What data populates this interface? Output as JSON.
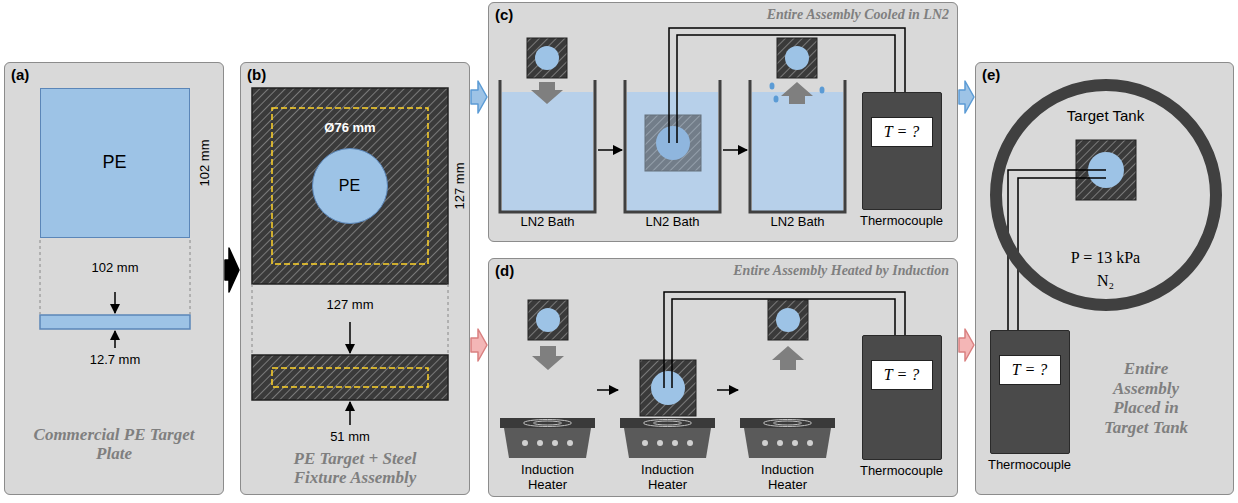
{
  "diagram": {
    "nodes": [
      {
        "text": [
          "(a)",
          "Commercial PE Target Plate"
        ]
      },
      {
        "text": [
          "PE"
        ],
        "in": 0
      },
      {
        "text": [
          "(b)",
          "PE Target + Steel Fixture Assembly"
        ]
      },
      {
        "text": [
          "PE"
        ],
        "in": 2
      },
      {
        "text": [
          "(c)",
          "Entire Assembly Cooled in LN2"
        ]
      },
      {
        "text": [
          "T = ?",
          "Thermocouple"
        ],
        "in": 4
      },
      {
        "text": [
          "(d)",
          "Entire Assembly Heated by Induction"
        ]
      },
      {
        "text": [
          "T = ?",
          "Thermocouple"
        ],
        "in": 6
      },
      {
        "text": [
          "(e)",
          "Entire Assembly Placed in Target Tank"
        ]
      },
      {
        "text": [
          "Target Tank",
          "P = 13 kPa",
          "N₂"
        ],
        "in": 8
      },
      {
        "text": [
          "T = ?",
          "Thermocouple"
        ],
        "in": 8
      }
    ],
    "edges": [
      {
        "from": 0,
        "to": 2,
        "arrow": "to"
      },
      {
        "from": 2,
        "to": 4,
        "arrow": "to"
      },
      {
        "from": 2,
        "to": 6,
        "arrow": "to"
      },
      {
        "from": 4,
        "to": 8,
        "arrow": "to"
      },
      {
        "from": 6,
        "to": 8,
        "arrow": "to"
      }
    ],
    "labels": [
      "102 mm",
      "102 mm",
      "12.7 mm",
      "Ø76 mm",
      "127 mm",
      "127 mm",
      "51 mm",
      "LN2 Bath",
      "LN2 Bath",
      "LN2 Bath",
      "Induction Heater",
      "Induction Heater",
      "Induction Heater"
    ]
  }
}
